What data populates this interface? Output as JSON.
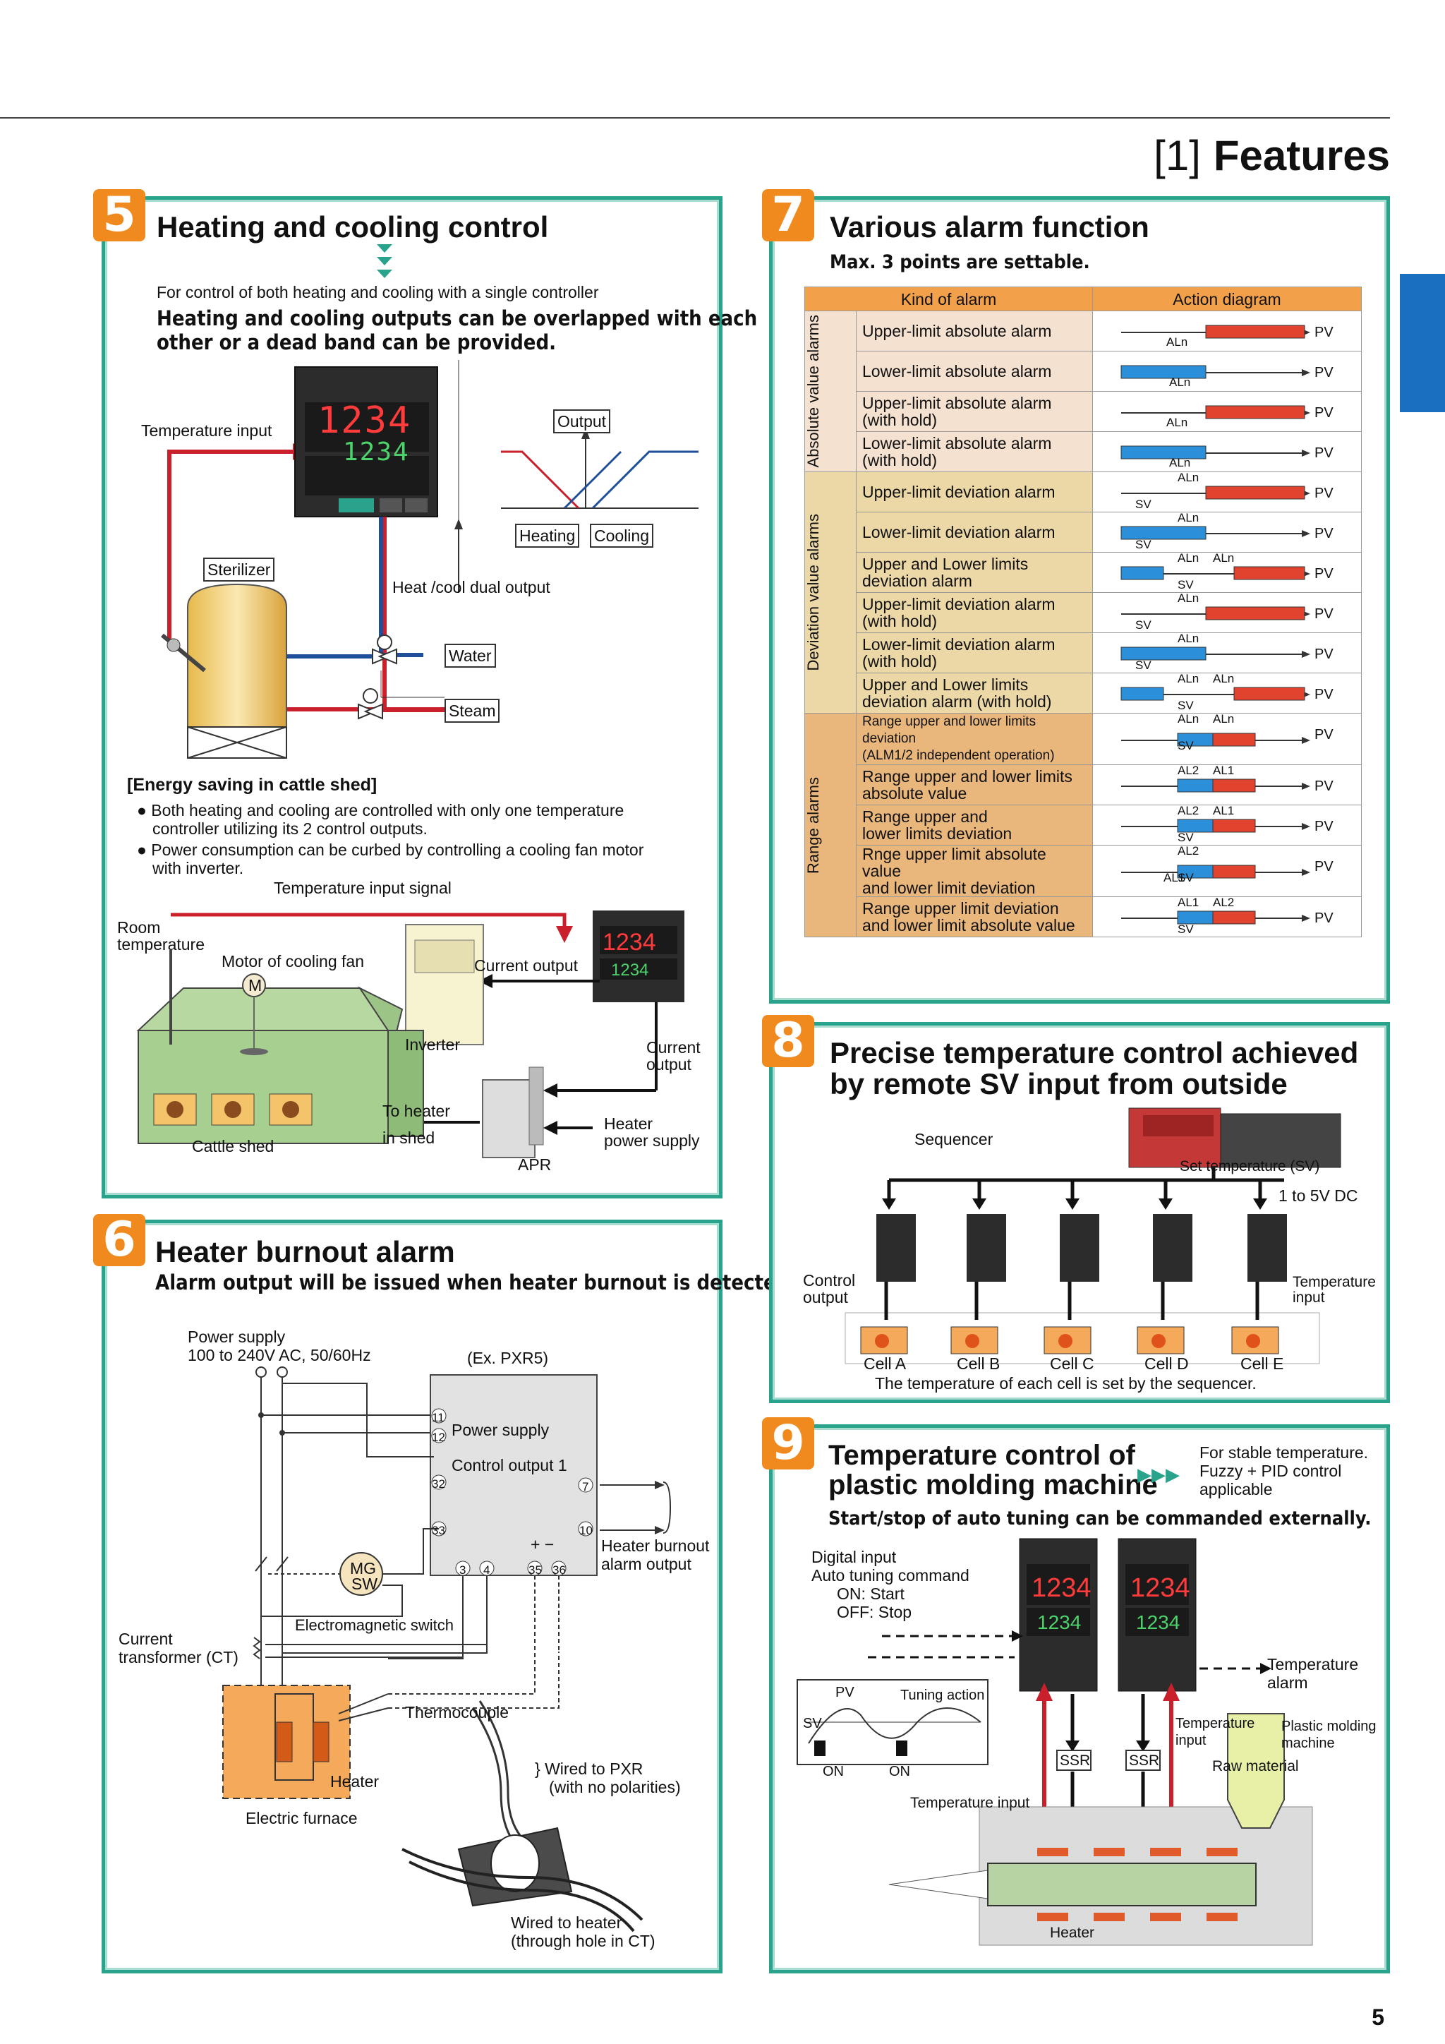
{
  "header": {
    "bracket": "[1]",
    "title": "Features",
    "page_number": "5"
  },
  "accent_color": "#2aa38c",
  "badge_color": "#f08a1e",
  "s5": {
    "num": "5",
    "title": "Heating and cooling control",
    "intro": "For control of both heating and cooling with a single controller",
    "sub1": "Heating and cooling outputs can be overlapped with each",
    "sub2": "other or a dead band can be provided.",
    "temp_input": "Temperature input",
    "sterilizer": "Sterilizer",
    "heat_cool": "Heat /cool dual output",
    "water": "Water",
    "steam": "Steam",
    "output": "Output",
    "heating": "Heating",
    "cooling": "Cooling",
    "ctrl_pv": "1234",
    "ctrl_sv": "1234",
    "energy_title": "[Energy saving in cattle shed]",
    "b1a": "Both heating and cooling are controlled with only one temperature",
    "b1b": "controller utilizing its 2 control outputs.",
    "b2a": "Power consumption can be curbed by controlling a cooling fan motor",
    "b2b": "with inverter.",
    "temp_input_signal": "Temperature input signal",
    "room1": "Room",
    "room2": "temperature",
    "motor": "Motor of cooling fan",
    "m": "M",
    "current_output": "Current output",
    "inverter": "Inverter",
    "current_output2a": "Current",
    "current_output2b": "output",
    "to_heater1": "To heater",
    "to_heater2": "in shed",
    "heater_ps1": "Heater",
    "heater_ps2": "power supply",
    "apr": "APR",
    "cattle_shed": "Cattle shed"
  },
  "s6": {
    "num": "6",
    "title": "Heater burnout alarm",
    "sub": "Alarm output will be issued when heater burnout is detected.",
    "power1": "Power supply",
    "power2": "100 to 240V AC, 50/60Hz",
    "ex": "(Ex. PXR5)",
    "ps": "Power supply",
    "co1": "Control output 1",
    "t11": "11",
    "t12": "12",
    "t32": "32",
    "t33": "33",
    "t7": "7",
    "t10": "10",
    "t3": "3",
    "t4": "4",
    "t35": "35",
    "t36": "36",
    "plusminus": "+ −",
    "hb1": "Heater burnout",
    "hb2": "alarm output",
    "mg1": "MG",
    "mg2": "SW",
    "em": "Electromagnetic switch",
    "ct1": "Current",
    "ct2": "transformer (CT)",
    "thermo": "Thermocouple",
    "heater": "Heater",
    "furnace": "Electric furnace",
    "wired1": "Wired to PXR",
    "wired2": "(with no polarities)",
    "wh1": "Wired to heater",
    "wh2": "(through hole in CT)"
  },
  "s7": {
    "num": "7",
    "title": "Various alarm function",
    "sub": "Max. 3 points are settable.",
    "col_kind": "Kind of alarm",
    "col_action": "Action diagram",
    "groups": [
      {
        "label": "Absolute value alarms",
        "color": "#f5e1cf",
        "rows": [
          {
            "name": "Upper-limit absolute alarm",
            "marks": [
              "ALn"
            ],
            "pv": "PV"
          },
          {
            "name": "Lower-limit absolute alarm",
            "marks": [
              "ALn"
            ],
            "pv": "PV"
          },
          {
            "name": "Upper-limit absolute alarm\n(with hold)",
            "marks": [
              "ALn"
            ],
            "pv": "PV"
          },
          {
            "name": "Lower-limit absolute alarm\n(with hold)",
            "marks": [
              "ALn"
            ],
            "pv": "PV"
          }
        ]
      },
      {
        "label": "Deviation value alarms",
        "color": "#ecd8a6",
        "rows": [
          {
            "name": "Upper-limit deviation alarm",
            "marks": [
              "ALn",
              "SV"
            ],
            "pv": "PV"
          },
          {
            "name": "Lower-limit deviation alarm",
            "marks": [
              "ALn",
              "SV"
            ],
            "pv": "PV"
          },
          {
            "name": "Upper and Lower limits\ndeviation alarm",
            "marks": [
              "ALn",
              "ALn",
              "SV"
            ],
            "pv": "PV"
          },
          {
            "name": "Upper-limit deviation alarm\n(with hold)",
            "marks": [
              "ALn",
              "SV"
            ],
            "pv": "PV"
          },
          {
            "name": "Lower-limit deviation alarm\n(with hold)",
            "marks": [
              "ALn",
              "SV"
            ],
            "pv": "PV"
          },
          {
            "name": "Upper and Lower limits\ndeviation alarm  (with hold)",
            "marks": [
              "ALn",
              "ALn",
              "SV"
            ],
            "pv": "PV"
          }
        ]
      },
      {
        "label": "Range alarms",
        "color": "#e9b77c",
        "rows": [
          {
            "name": "Range upper and lower limits deviation\n(ALM1/2 independent operation)",
            "marks": [
              "ALn",
              "ALn",
              "SV"
            ],
            "pv": "PV"
          },
          {
            "name": "Range upper and lower limits\nabsolute value",
            "marks": [
              "AL2",
              "AL1"
            ],
            "pv": "PV"
          },
          {
            "name": "Range upper and\nlower limits deviation",
            "marks": [
              "AL2",
              "AL1",
              "SV"
            ],
            "pv": "PV"
          },
          {
            "name": "Rnge upper limit absolute value\nand lower limit deviation",
            "marks": [
              "AL2",
              "SV",
              "AL1"
            ],
            "pv": "PV"
          },
          {
            "name": "Range upper limit deviation\nand lower limit absolute value",
            "marks": [
              "AL1",
              "AL2",
              "SV"
            ],
            "pv": "PV"
          }
        ]
      }
    ]
  },
  "s8": {
    "num": "8",
    "title1": "Precise temperature control achieved",
    "title2": "by remote SV input from outside",
    "sequencer": "Sequencer",
    "set_temp": "Set temperature (SV)",
    "dc": "1 to 5V DC",
    "ctrl_out1": "Control",
    "ctrl_out2": "output",
    "temp_in1": "Temperature",
    "temp_in2": "input",
    "cells": [
      "Cell A",
      "Cell B",
      "Cell C",
      "Cell D",
      "Cell E"
    ],
    "caption": "The temperature of each cell is set by the sequencer."
  },
  "s9": {
    "num": "9",
    "title1": "Temperature control of",
    "title2": "plastic molding machine",
    "arrows": "▶▶▶",
    "note1": "For stable temperature.",
    "note2": "Fuzzy + PID control",
    "note3": "applicable",
    "sub": "Start/stop of auto tuning can be commanded externally.",
    "di1": "Digital input",
    "di2": "Auto tuning command",
    "di3": "ON:  Start",
    "di4": "OFF:  Stop",
    "alarm1": "Temperature",
    "alarm2": "alarm",
    "pv": "PV",
    "sv": "SV",
    "tuning": "Tuning action",
    "on1": "ON",
    "on2": "ON",
    "ti1": "Temperature",
    "ti2": "input",
    "pm1": "Plastic molding",
    "pm2": "machine",
    "ssr": "SSR",
    "raw": "Raw material",
    "temp_input": "Temperature input",
    "heater": "Heater",
    "disp": "1234"
  }
}
